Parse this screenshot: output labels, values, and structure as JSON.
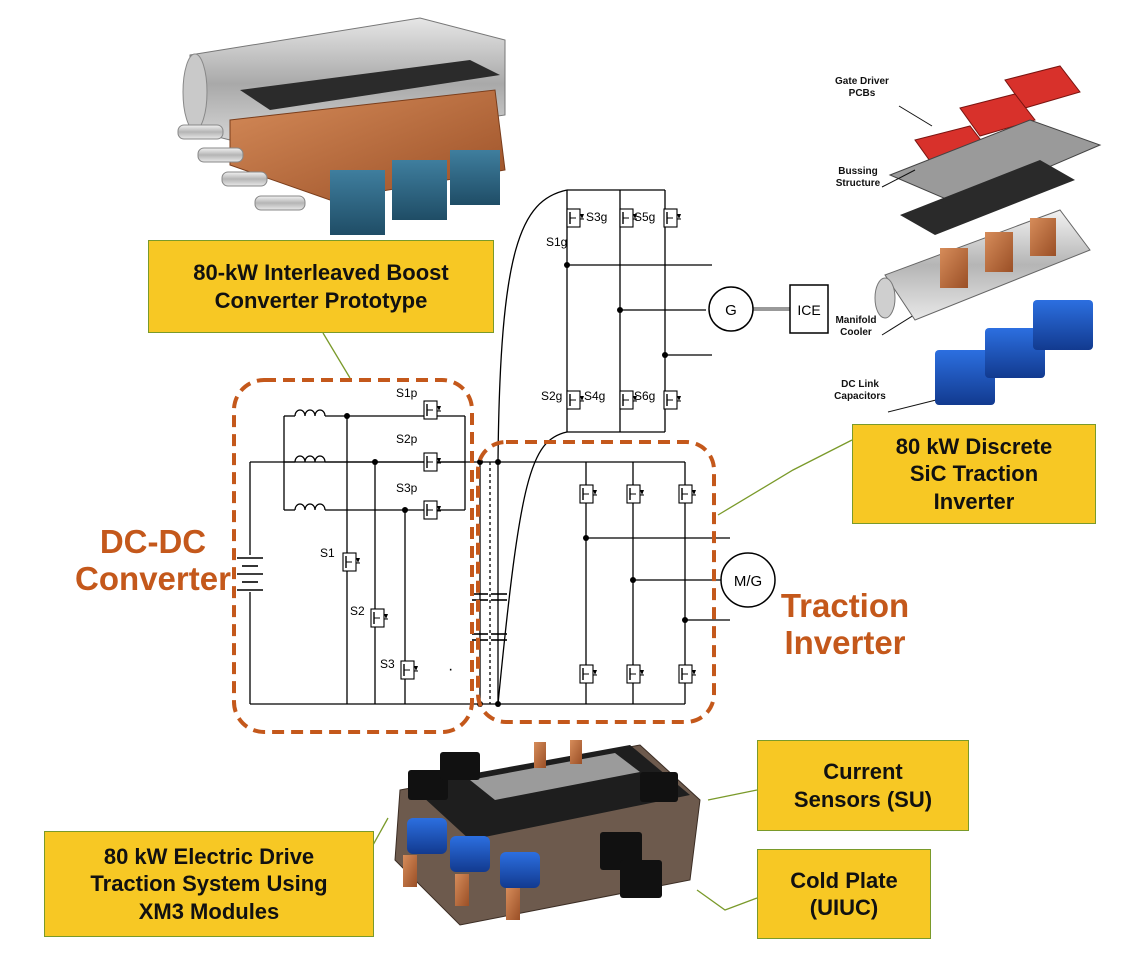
{
  "callouts": {
    "boost": {
      "line1": "80-kW Interleaved Boost",
      "line2": "Converter Prototype"
    },
    "sic": {
      "line1": "80 kW Discrete",
      "line2": "SiC Traction",
      "line3": "Inverter"
    },
    "drive": {
      "line1": "80 kW Electric Drive",
      "line2": "Traction System Using",
      "line3": "XM3 Modules"
    },
    "sensors": {
      "line1": "Current",
      "line2": "Sensors (SU)"
    },
    "coldplate": {
      "line1": "Cold Plate",
      "line2": "(UIUC)"
    }
  },
  "blocks": {
    "dcdc": {
      "line1": "DC-DC",
      "line2": "Converter"
    },
    "traction": {
      "line1": "Traction",
      "line2": "Inverter"
    }
  },
  "exploded_view": {
    "gate_driver": {
      "line1": "Gate Driver",
      "line2": "PCBs"
    },
    "bussing": {
      "line1": "Bussing",
      "line2": "Structure"
    },
    "manifold": {
      "line1": "Manifold",
      "line2": "Cooler"
    },
    "dclink": {
      "line1": "DC Link",
      "line2": "Capacitors"
    }
  },
  "circuit": {
    "generator": "G",
    "engine": "ICE",
    "motor_generator": "M/G",
    "switches_gen": [
      "S1g",
      "S3g",
      "S5g",
      "S2g",
      "S4g",
      "S6g"
    ],
    "switches_boost": [
      "S1p",
      "S2p",
      "S3p",
      "S1",
      "S2",
      "S3"
    ],
    "ellipsis": "·"
  },
  "colors": {
    "callout_fill": "#f7c824",
    "callout_border": "#7a9a2a",
    "block_outline": "#c4581b",
    "leader_line": "#7a9a2a",
    "pcb_red": "#d8312b",
    "capacitor_blue": "#1d56c9",
    "copper": "#c0703c"
  }
}
